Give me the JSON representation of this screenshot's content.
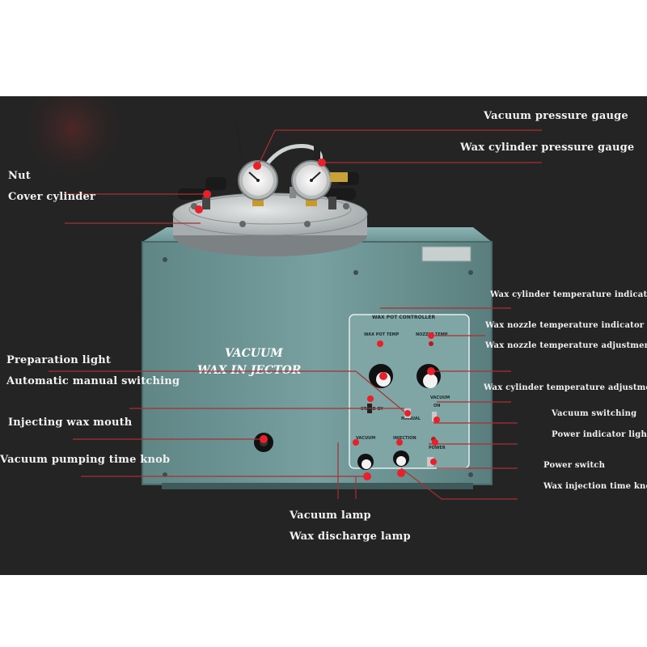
{
  "machine": {
    "front_title_line1": "VACUUM",
    "front_title_line2": "WAX IN JECTOR",
    "panel_header": "WAX POT CONTROLLER",
    "panel_texts": [
      "WAX POT TEMP",
      "NOZZLE TEMP",
      "STAND BY",
      "MANUAL",
      "VACUUM",
      "ON",
      "VACUUM",
      "INJECTION",
      "POWER"
    ]
  },
  "callouts": {
    "vacuum_pressure_gauge": "Vacuum pressure gauge",
    "wax_cylinder_pressure_gauge": "Wax cylinder pressure gauge",
    "nut": "Nut",
    "cover_cylinder": "Cover cylinder",
    "wax_cylinder_temperature_indicator_light": "Wax cylinder temperature indicator ligh",
    "wax_nozzle_temperature_indicator_light": "Wax nozzle temperature indicator light",
    "wax_nozzle_temperature_adjustment_knob": "Wax nozzle temperature adjustment knob",
    "preparation_light": "Preparation light",
    "automatic_manual_switching": "Automatic manual switching",
    "wax_cylinder_temperature_adjustment_knob": "Wax cylinder temperature adjustment knob",
    "injecting_wax_mouth": "Injecting wax mouth",
    "vacuum_switching": "Vacuum switching",
    "power_indicator_light": "Power indicator light",
    "vacuum_pumping_time_knob": "Vacuum pumping time knob",
    "power_switch": "Power switch",
    "wax_injection_time_knob": "Wax injection time knob",
    "vacuum_lamp": "Vacuum lamp",
    "wax_discharge_lamp": "Wax discharge lamp"
  },
  "colors": {
    "background": "#242424",
    "machine_body": "#6f9393",
    "lid": "#b9bdbe",
    "leader_line": "#d23a3a",
    "marker_dot": "#e8202a",
    "label_text": "#f2f2f2"
  }
}
